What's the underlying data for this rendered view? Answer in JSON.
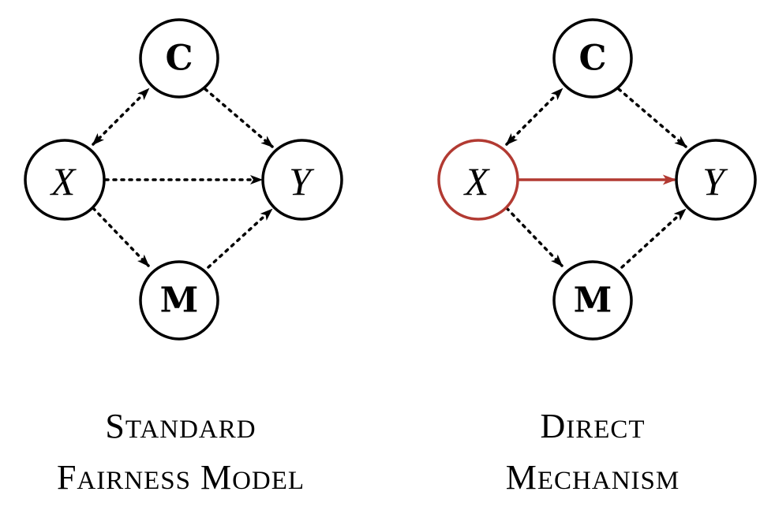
{
  "panels": [
    {
      "nodes": {
        "c": "C",
        "x": "X",
        "y": "Y",
        "m": "M"
      },
      "caption": [
        "Standard",
        "Fairness Model"
      ]
    },
    {
      "nodes": {
        "c": "C",
        "x": "X",
        "y": "Y",
        "m": "M"
      },
      "caption": [
        "Direct",
        "Mechanism"
      ]
    }
  ],
  "colors": {
    "node_stroke": "#000000",
    "highlight": "#b23a32"
  }
}
